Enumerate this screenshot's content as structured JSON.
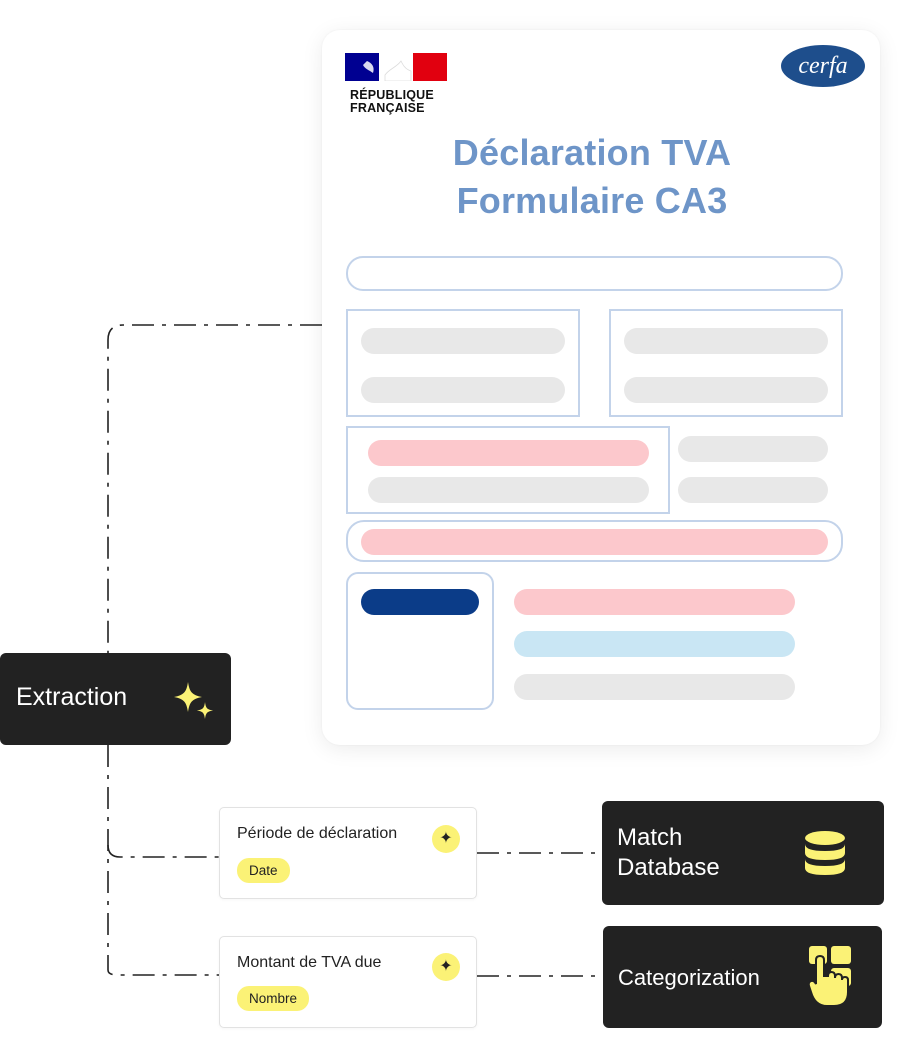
{
  "form": {
    "republique_line1": "RÉPUBLIQUE",
    "republique_line2": "FRANÇAISE",
    "cerfa_logo": "cerfa",
    "title_line1": "Déclaration TVA",
    "title_line2": "Formulaire CA3"
  },
  "extraction": {
    "label": "Extraction",
    "icon": "sparkles-icon"
  },
  "fields": [
    {
      "label": "Période de déclaration",
      "type": "Date",
      "icon": "sparkle-icon"
    },
    {
      "label": "Montant de TVA due",
      "type": "Nombre",
      "icon": "sparkle-icon"
    }
  ],
  "actions": [
    {
      "label_line1": "Match",
      "label_line2": "Database",
      "icon": "database-icon"
    },
    {
      "label": "Categorization",
      "icon": "hand-pointer-icon"
    }
  ],
  "colors": {
    "title_blue": "#6e95c8",
    "placeholder_gray": "#e8e8e8",
    "placeholder_pink": "#fcc8cc",
    "placeholder_blue": "#c9e6f4",
    "accent_navy": "#0b3c88",
    "highlight_yellow": "#fbf276",
    "node_dark": "#222222",
    "marianne_blue": "#000091",
    "marianne_red": "#e1000f"
  }
}
